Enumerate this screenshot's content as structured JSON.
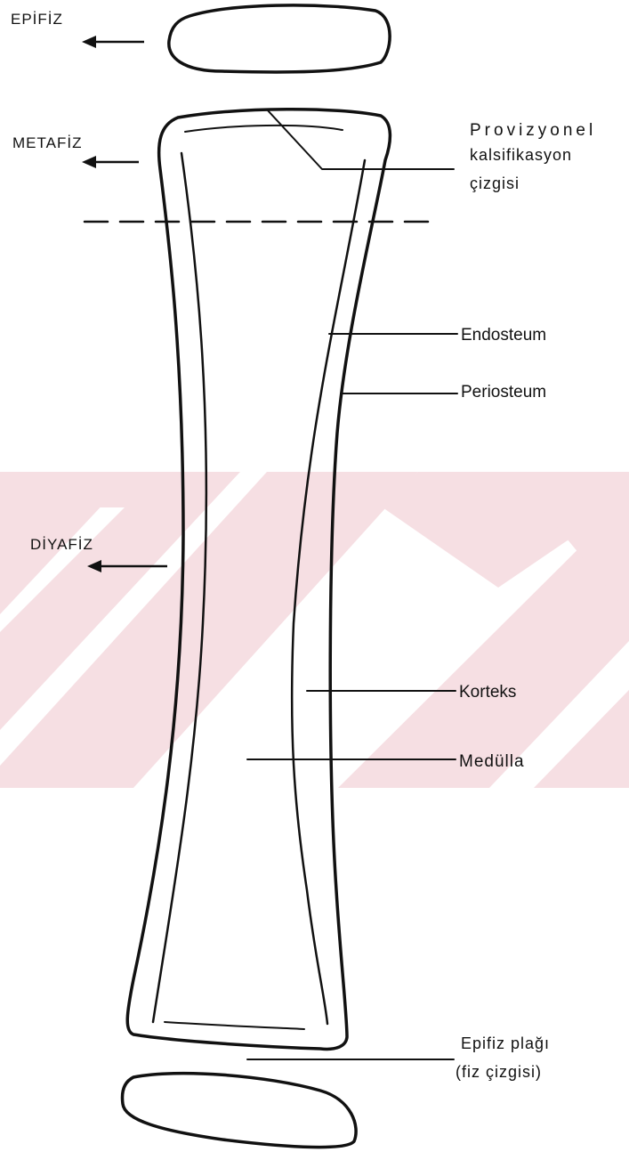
{
  "colors": {
    "ink": "#111111",
    "watermark": "#f6dfe3",
    "background": "#ffffff"
  },
  "watermark": {
    "icon": "chevron-logo-watermark"
  },
  "labels": {
    "epifiz": "EPİFİZ",
    "metafiz": "METAFİZ",
    "diyafiz": "DİYAFİZ",
    "provizyonel_line1": "Provizyonel",
    "provizyonel_line2": "kalsifikasyon",
    "provizyonel_line3": "çizgisi",
    "endosteum": "Endosteum",
    "periosteum": "Periosteum",
    "korteks": "Korteks",
    "medulla": "Medülla",
    "epifiz_plagi_line1": "Epifiz plağı",
    "epifiz_plagi_line2": "(fiz çizgisi)"
  }
}
